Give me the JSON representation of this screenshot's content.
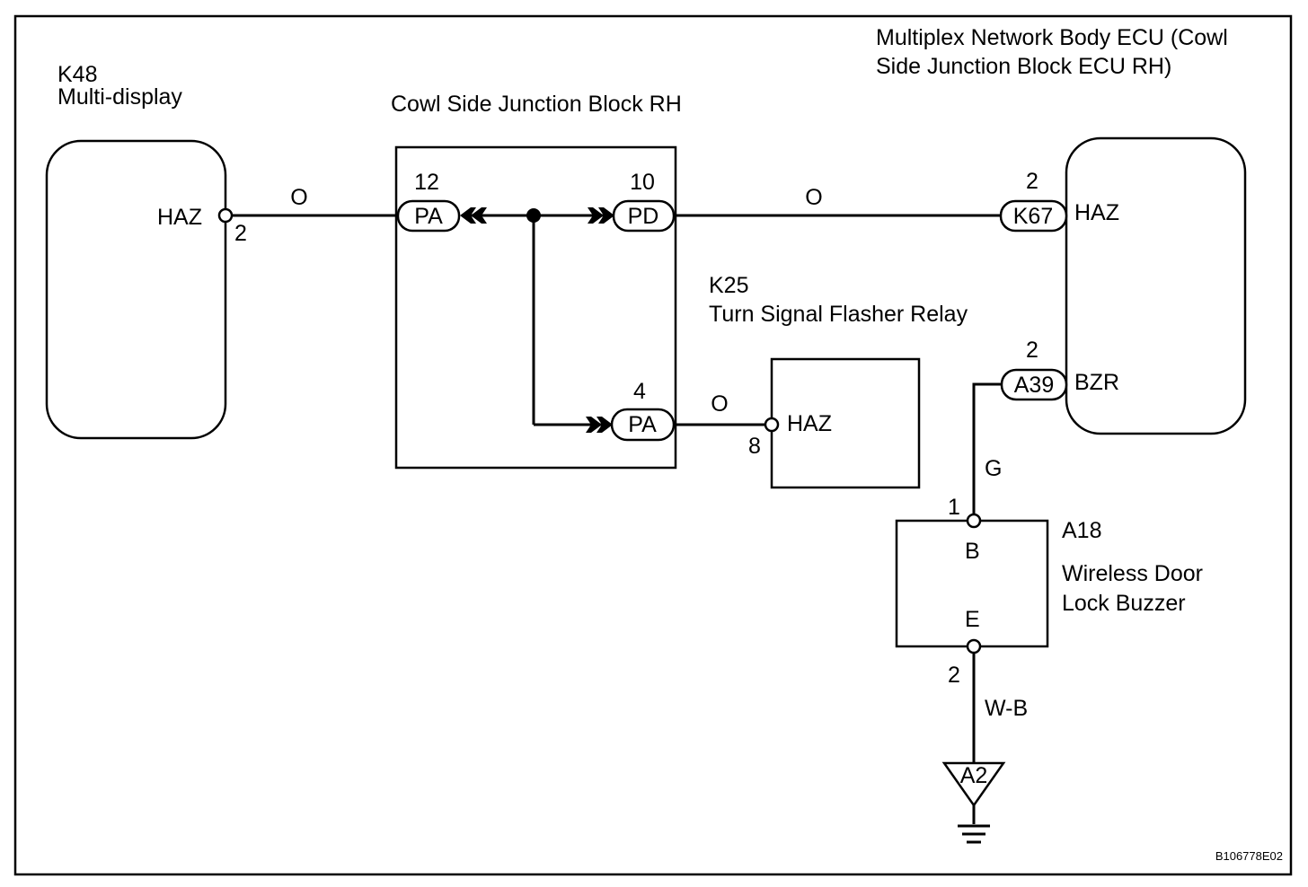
{
  "drawing_id": "B106778E02",
  "components": {
    "multi_display": {
      "code": "K48",
      "name": "Multi-display",
      "terminal": "HAZ",
      "pin": "2"
    },
    "junction_block": {
      "name": "Cowl Side Junction Block RH"
    },
    "body_ecu": {
      "name_line1": "Multiplex Network Body ECU (Cowl",
      "name_line2": "Side Junction Block ECU RH)"
    },
    "flasher_relay": {
      "code": "K25",
      "name": "Turn Signal Flasher Relay",
      "terminal": "HAZ",
      "pin": "8"
    },
    "buzzer": {
      "code": "A18",
      "name_line1": "Wireless Door",
      "name_line2": "Lock Buzzer",
      "terminal_b": "B",
      "terminal_e": "E",
      "pin_b": "1",
      "pin_e": "2"
    }
  },
  "connectors": {
    "jb_pa_12": {
      "label": "PA",
      "pin": "12"
    },
    "jb_pd_10": {
      "label": "PD",
      "pin": "10"
    },
    "jb_pa_4": {
      "label": "PA",
      "pin": "4"
    },
    "ecu_k67": {
      "label": "K67",
      "pin": "2",
      "terminal": "HAZ"
    },
    "ecu_a39": {
      "label": "A39",
      "pin": "2",
      "terminal": "BZR"
    }
  },
  "ground": {
    "label": "A2"
  },
  "wires": {
    "display_to_jb": "O",
    "jb_to_ecu": "O",
    "jb_to_relay": "O",
    "ecu_to_buzzer": "G",
    "buzzer_to_ground": "W-B"
  }
}
